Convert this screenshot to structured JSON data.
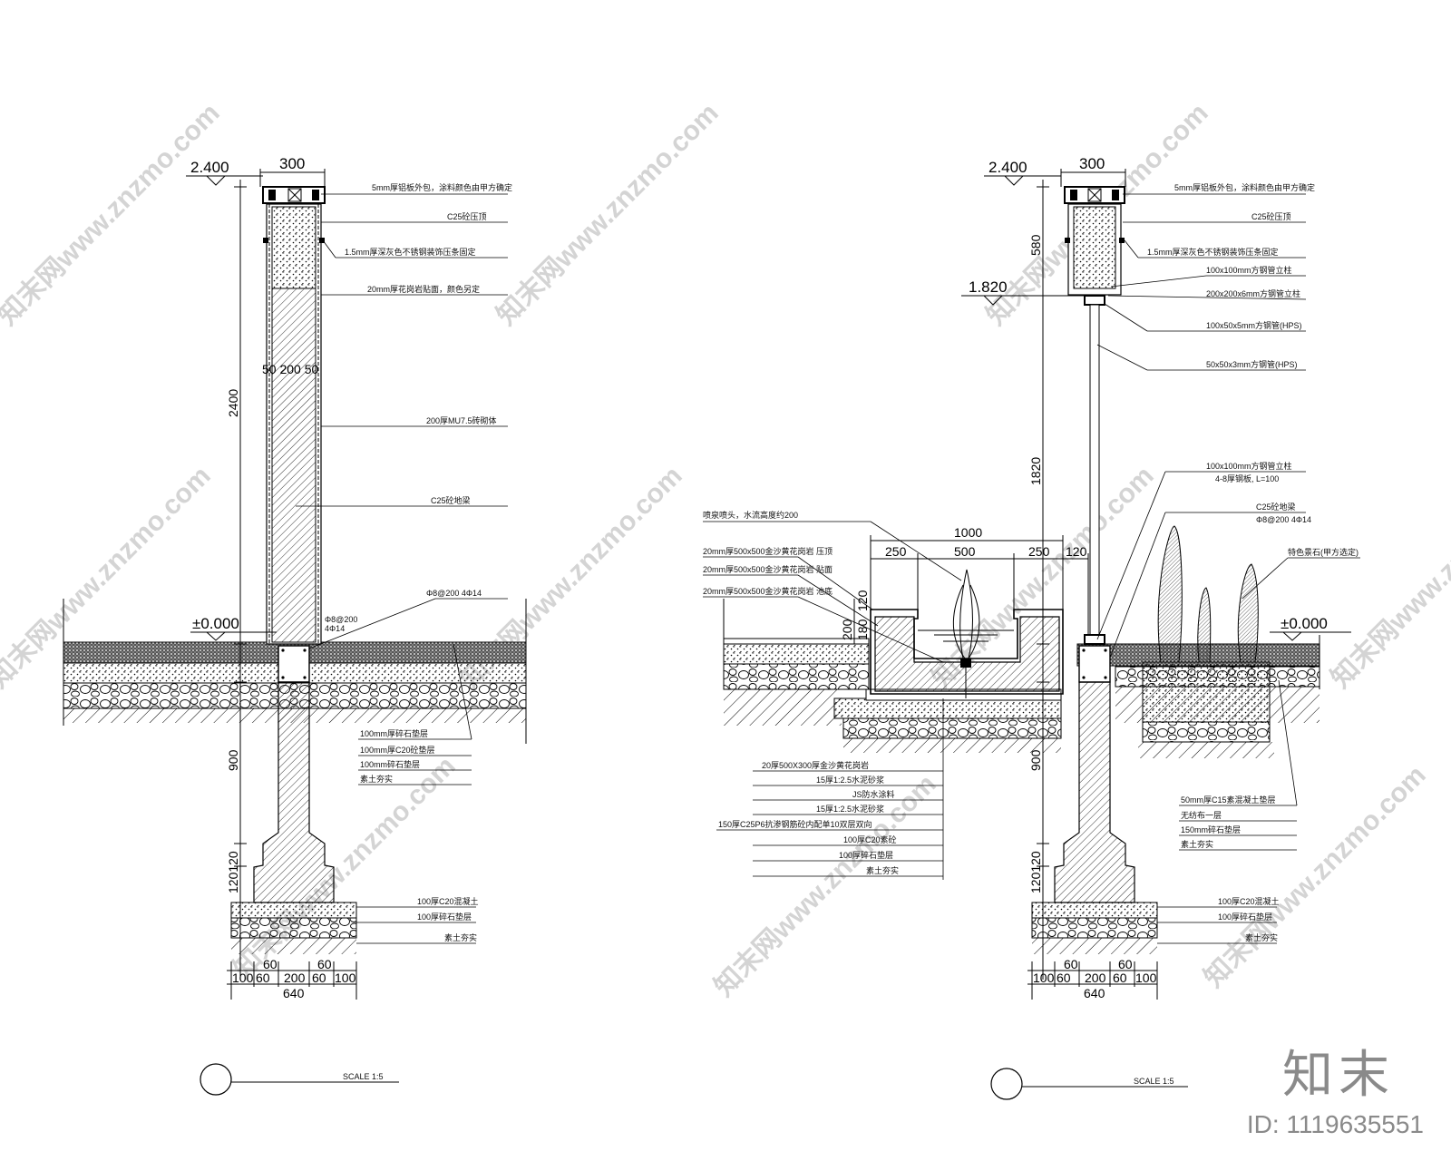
{
  "left": {
    "top_level": "2.400",
    "top_width": "300",
    "zero_level": "±0.000",
    "height_dim": "2400",
    "below_dim": "900",
    "footing_dim": "120120",
    "inner_dims": "50 200 50",
    "rebar_1": "Φ8@200",
    "rebar_2": "4Φ14",
    "bottom_dims": [
      "100",
      "60",
      "200",
      "60",
      "100"
    ],
    "bottom_total": "640",
    "bottom_small": [
      "60",
      "60"
    ],
    "notes_top": [
      "5mm厚铝板外包，涂料颜色由甲方确定",
      "C25砼压顶",
      "1.5mm厚深灰色不锈钢装饰压条固定",
      "20mm厚花岗岩贴面，颜色另定",
      "200厚MU7.5砖砌体",
      "C25砼地梁",
      "Φ8@200 4Φ14"
    ],
    "notes_bottom": [
      "100厚C20混凝土",
      "100厚碎石垫层",
      "素土夯实"
    ],
    "ground_notes": [
      "100mm厚碎石垫层",
      "100mm厚C20砼垫层",
      "100mm碎石垫层",
      "素土夯实"
    ],
    "scale_label": "SCALE 1:5"
  },
  "right": {
    "top_level": "2.400",
    "mid_level": "1.820",
    "top_width": "300",
    "zero_level": "±0.000",
    "dim_580": "580",
    "dim_1820": "1820",
    "below_dim": "900",
    "footing_dim": "120120",
    "pool_total": "1000",
    "pool_parts": [
      "250",
      "500",
      "250"
    ],
    "pool_gap": "120",
    "pool_heights": [
      "200",
      "180",
      "120"
    ],
    "bottom_dims": [
      "100",
      "60",
      "200",
      "60",
      "100"
    ],
    "bottom_total": "640",
    "bottom_small": [
      "60",
      "60"
    ],
    "notes_top": [
      "5mm厚铝板外包，涂料颜色由甲方确定",
      "C25砼压顶",
      "1.5mm厚深灰色不锈钢装饰压条固定",
      "100x100mm方钢管立柱",
      "4-8厚钢板, L=100",
      "200x200x6mm方钢管立柱",
      "100x50x5mm方钢管(HPS)",
      "50x50x3mm方钢管(HPS)"
    ],
    "notes_mid": [
      "100x100mm方钢管立柱",
      "4-8厚钢板, L=100",
      "C25砼地梁",
      "Φ8@200 4Φ14"
    ],
    "pool_notes": [
      "喷泉喷头，水流高度约200",
      "20mm厚500x500金沙黄花岗岩 压顶",
      "20mm厚500x500金沙黄花岗岩 贴面",
      "20mm厚500x500金沙黄花岗岩 池底"
    ],
    "stone_note": "特色景石(甲方选定)",
    "pool_layers": [
      "20厚500X300厚金沙黄花岗岩",
      "15厚1:2.5水泥砂浆",
      "JS防水涂料",
      "15厚1:2.5水泥砂浆",
      "150厚C25P6抗渗钢筋砼内配单10双层双向",
      "100厚C20素砼",
      "100厚碎石垫层",
      "素土夯实"
    ],
    "ground_notes": [
      "50mm厚C15素混凝土垫层",
      "无纺布一层",
      "150mm碎石垫层",
      "素土夯实"
    ],
    "notes_bottom": [
      "100厚C20混凝土",
      "100厚碎石垫层",
      "素土夯实"
    ],
    "scale_label": "SCALE 1:5"
  },
  "watermark": "知末网www.znzmo.com",
  "brand": {
    "logo": "知末",
    "id": "ID: 1119635551"
  }
}
